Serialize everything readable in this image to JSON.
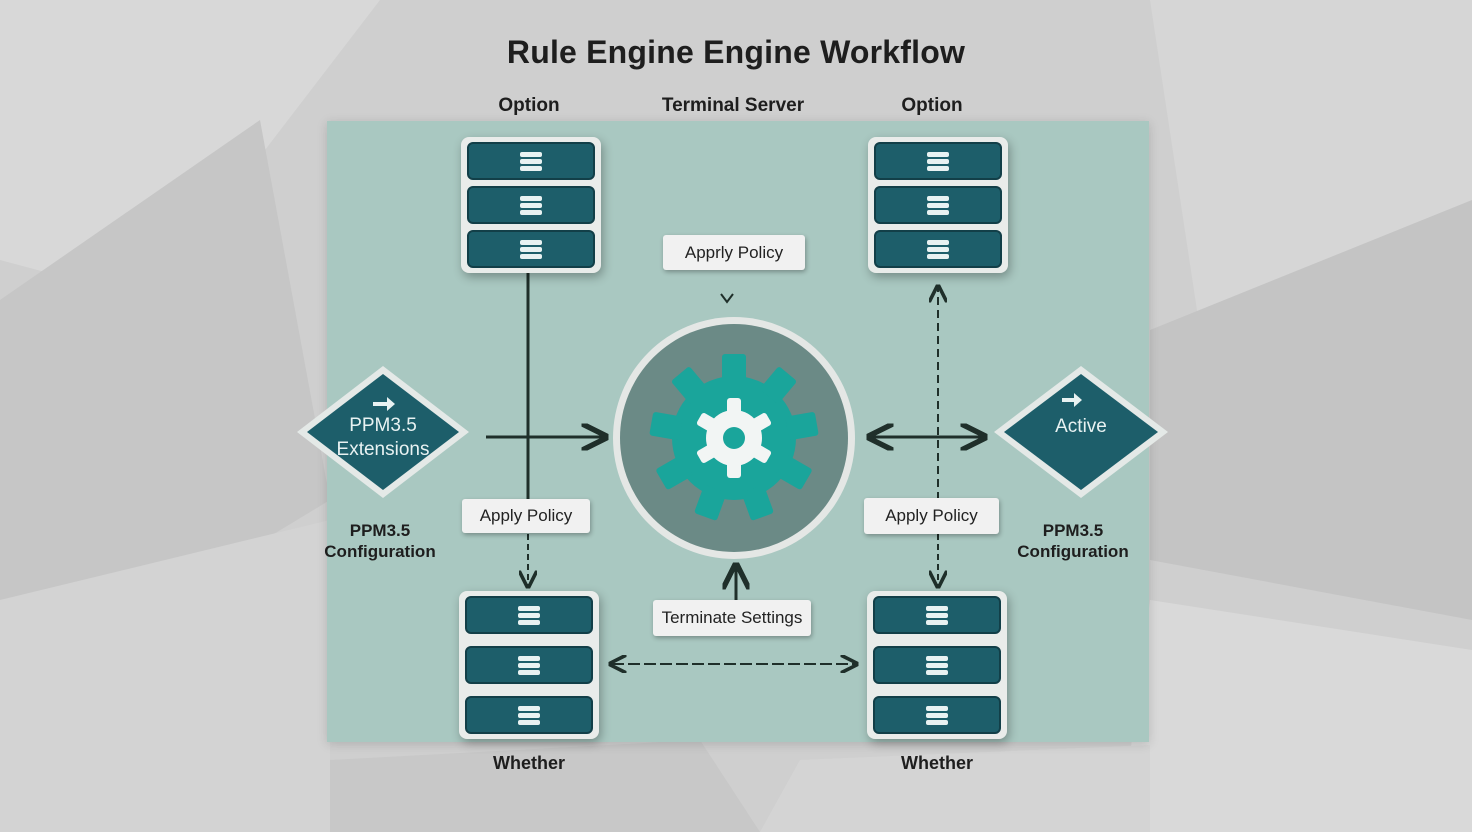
{
  "title": "Rule Engine Engine Workflow",
  "columns": {
    "left": "Option",
    "center": "Terminal Server",
    "right": "Option"
  },
  "tags": {
    "top_center": "Apprly Policy",
    "left_mid": "Apply Policy",
    "right_mid": "Apply Policy",
    "bottom_center": "Terminate Settings"
  },
  "left_node": {
    "line1": "PPM3.5",
    "line2": "Extensions"
  },
  "right_node": {
    "label": "Active"
  },
  "side_labels": {
    "left": {
      "line1": "PPM3.5",
      "line2": "Configuration"
    },
    "right": {
      "line1": "PPM3.5",
      "line2": "Configuration"
    }
  },
  "bottom_labels": {
    "left": "Whether",
    "right": "Whether"
  },
  "colors": {
    "background": "#cfcfcf",
    "panel": "#a9c8c1",
    "rack": "#1d5e6a",
    "gear": "#1aa59b",
    "hub": "#6b8a86",
    "line": "#1f2f2a"
  },
  "icons": {
    "rack": "database-icon",
    "hub": "gear-icon",
    "node_arrow": "arrow-right-icon"
  }
}
